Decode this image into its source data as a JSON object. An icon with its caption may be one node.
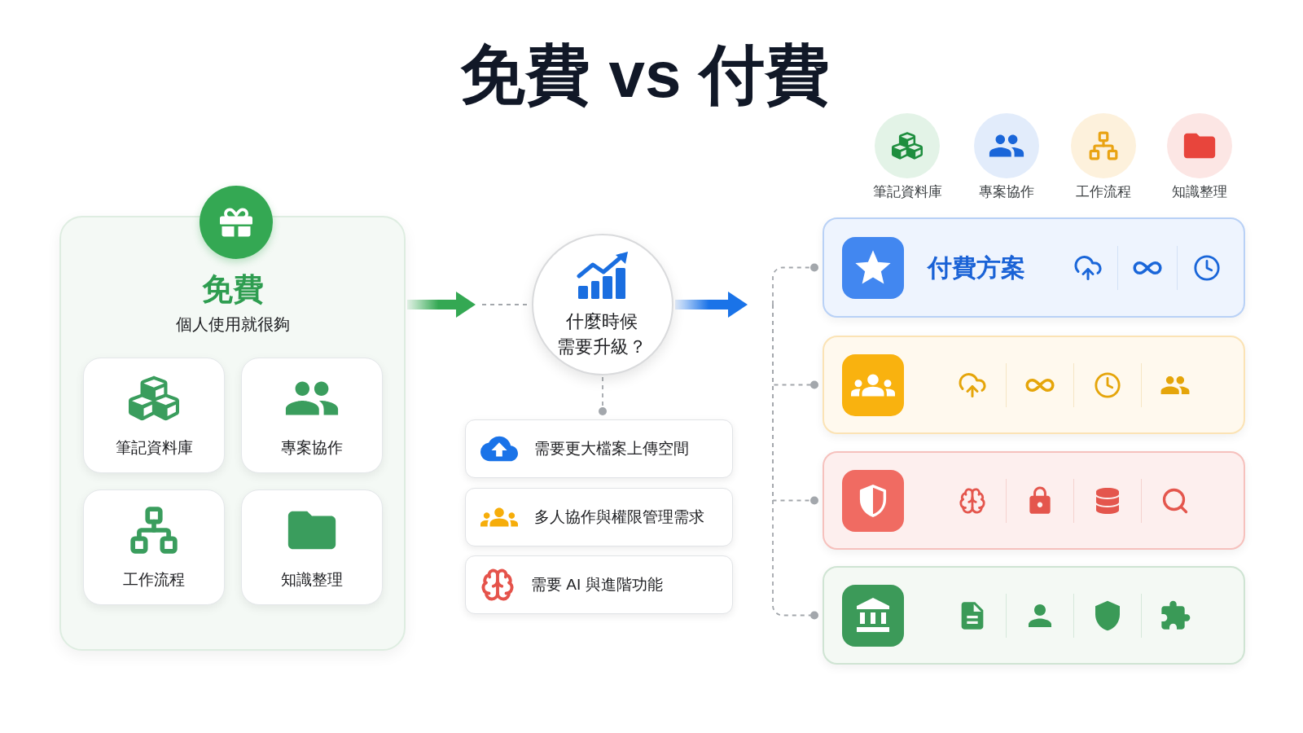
{
  "diagram": {
    "title": "免費 vs 付費",
    "nodes": [
      {
        "text": [
          "筆記資料庫"
        ]
      },
      {
        "text": [
          "專案協作"
        ]
      },
      {
        "text": [
          "工作流程"
        ]
      },
      {
        "text": [
          "知識整理"
        ]
      },
      {
        "text": [
          "免費",
          "個人使用就很夠"
        ]
      },
      {
        "text": [
          "筆記資料庫"
        ],
        "in": 4
      },
      {
        "text": [
          "專案協作"
        ],
        "in": 4
      },
      {
        "text": [
          "工作流程"
        ],
        "in": 4
      },
      {
        "text": [
          "知識整理"
        ],
        "in": 4
      },
      {
        "text": [
          "什麼時候需要升級？"
        ]
      },
      {
        "text": [
          "需要更大檔案上傳空間"
        ]
      },
      {
        "text": [
          "多人協作與權限管理需求"
        ]
      },
      {
        "text": [
          "需要 AI 與進階功能"
        ]
      },
      {
        "text": [
          "付費方案"
        ]
      },
      {
        "text": [],
        "shape": "box"
      },
      {
        "text": [],
        "shape": "box"
      },
      {
        "text": [],
        "shape": "box"
      }
    ],
    "edges": [
      {
        "from": 4,
        "to": null,
        "arrow": "to",
        "style": "thick",
        "color": "#34a853"
      },
      {
        "from": null,
        "to": 9,
        "arrow": "none",
        "style": "dashed"
      },
      {
        "from": 9,
        "to": null,
        "arrow": "to",
        "style": "thick",
        "color": "#1a73e8"
      },
      {
        "from": null,
        "to": 13,
        "arrow": "other",
        "style": "dashed"
      },
      {
        "from": null,
        "to": 14,
        "arrow": "other",
        "style": "dashed"
      },
      {
        "from": null,
        "to": 15,
        "arrow": "other",
        "style": "dashed"
      },
      {
        "from": null,
        "to": 16,
        "arrow": "other",
        "style": "dashed"
      },
      {
        "from": 9,
        "to": 10,
        "arrow": "other",
        "style": "dashed"
      }
    ]
  }
}
